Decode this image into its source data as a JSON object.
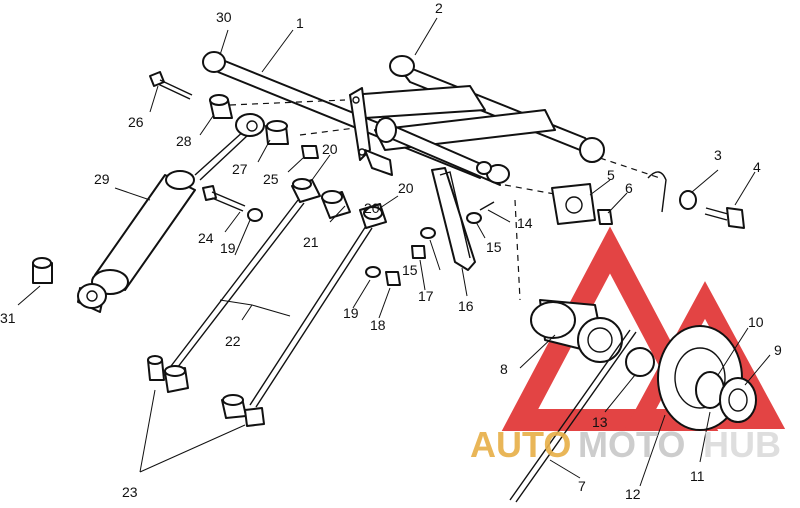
{
  "part_labels": [
    "1",
    "2",
    "3",
    "4",
    "5",
    "6",
    "7",
    "8",
    "9",
    "10",
    "11",
    "12",
    "13",
    "14",
    "15",
    "15",
    "16",
    "17",
    "18",
    "19",
    "19",
    "20",
    "20",
    "20",
    "21",
    "22",
    "23",
    "24",
    "25",
    "26",
    "27",
    "28",
    "29",
    "30",
    "31"
  ],
  "watermark": {
    "part1": "AUTO",
    "part2": "MOTO",
    "part3": "HUB",
    "colors": {
      "auto": "#e8b04a",
      "moto": "#c9c9c9",
      "hub": "#dcdcdc",
      "triangle": "#e03030"
    }
  }
}
